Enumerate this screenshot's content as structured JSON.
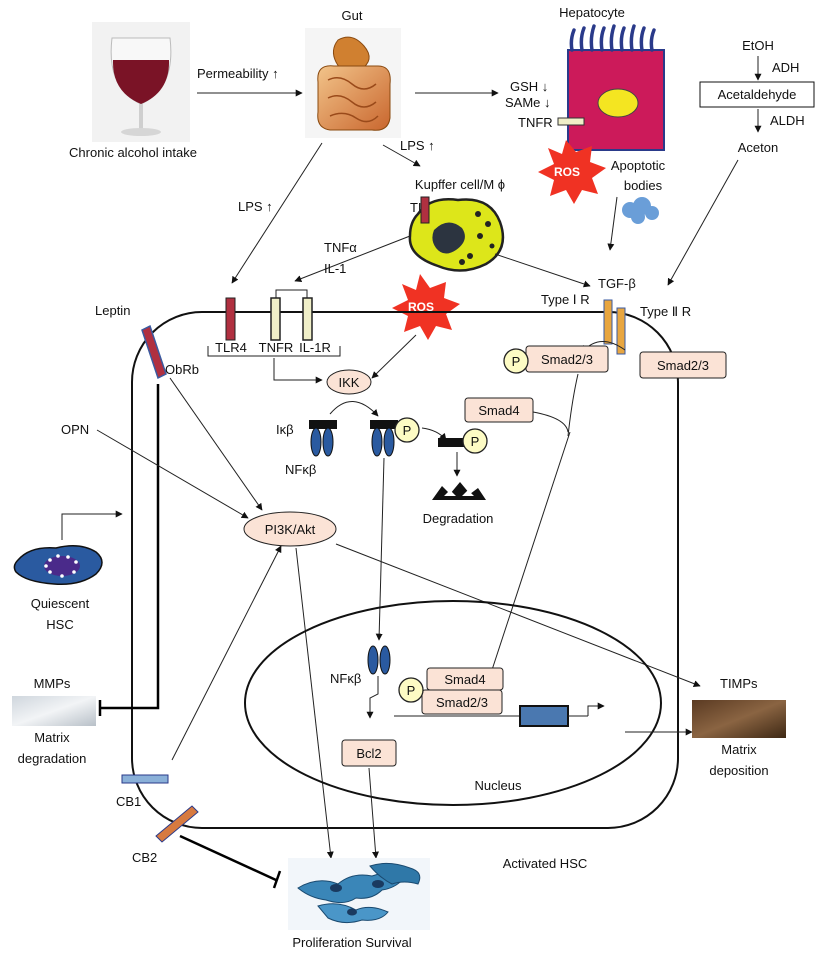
{
  "labels": {
    "gut": "Gut",
    "hepatocyte": "Hepatocyte",
    "etoh": "EtOH",
    "adh": "ADH",
    "acetaldehyde": "Acetaldehyde",
    "aldh": "ALDH",
    "aceton": "Aceton",
    "chronic_alcohol": "Chronic alcohol intake",
    "permeability": "Permeability ↑",
    "gsh": "GSH ↓",
    "same": "SAMe ↓",
    "tnfr_hep": "TNFR",
    "lps_kupffer": "LPS ↑",
    "kupffer": "Kupffer cell/M ϕ",
    "tlr4_kupffer": "TLR4",
    "ros_hep": "ROS",
    "apoptotic_1": "Apoptotic",
    "apoptotic_2": "bodies",
    "lps_left": "LPS ↑",
    "tnfa": "TNFα",
    "il1": "IL-1",
    "ros_cell": "ROS",
    "tgfb": "TGF-β",
    "type1r": "Type Ⅰ R",
    "type2r": "Type Ⅱ R",
    "leptin": "Leptin",
    "obrb": "ObRb",
    "tlr4": "TLR4",
    "tnfr": "TNFR",
    "il1r": "IL-1R",
    "ikk": "IKK",
    "ikb": "Iκβ",
    "nfkb": "NFκβ",
    "p": "P",
    "smad23": "Smad2/3",
    "smad4": "Smad4",
    "degradation": "Degradation",
    "opn": "OPN",
    "pi3k": "PI3K/Akt",
    "quiescent_1": "Quiescent",
    "quiescent_2": "HSC",
    "mmps": "MMPs",
    "matrix_degradation_1": "Matrix",
    "matrix_degradation_2": "degradation",
    "nfkb_nuc": "NFκβ",
    "bcl2": "Bcl2",
    "nucleus": "Nucleus",
    "timps": "TIMPs",
    "matrix_deposition_1": "Matrix",
    "matrix_deposition_2": "deposition",
    "cb1": "CB1",
    "cb2": "CB2",
    "activated_hsc": "Activated HSC",
    "proliferation": "Proliferation Survival"
  },
  "colors": {
    "wine": "#7a1326",
    "hepatocyte": "#cc1a5a",
    "hepatocyte_edge": "#2a3a8a",
    "nucleus_yellow": "#f4e521",
    "kupffer": "#dde61a",
    "ros": "#f03223",
    "node_fill": "#fbe3d6",
    "receptor_orange": "#e8a640",
    "receptor_red": "#b03040",
    "nfkb_blue": "#2a5aa0",
    "gene_box": "#4a78b0",
    "cb2_orange": "#d77a40"
  }
}
